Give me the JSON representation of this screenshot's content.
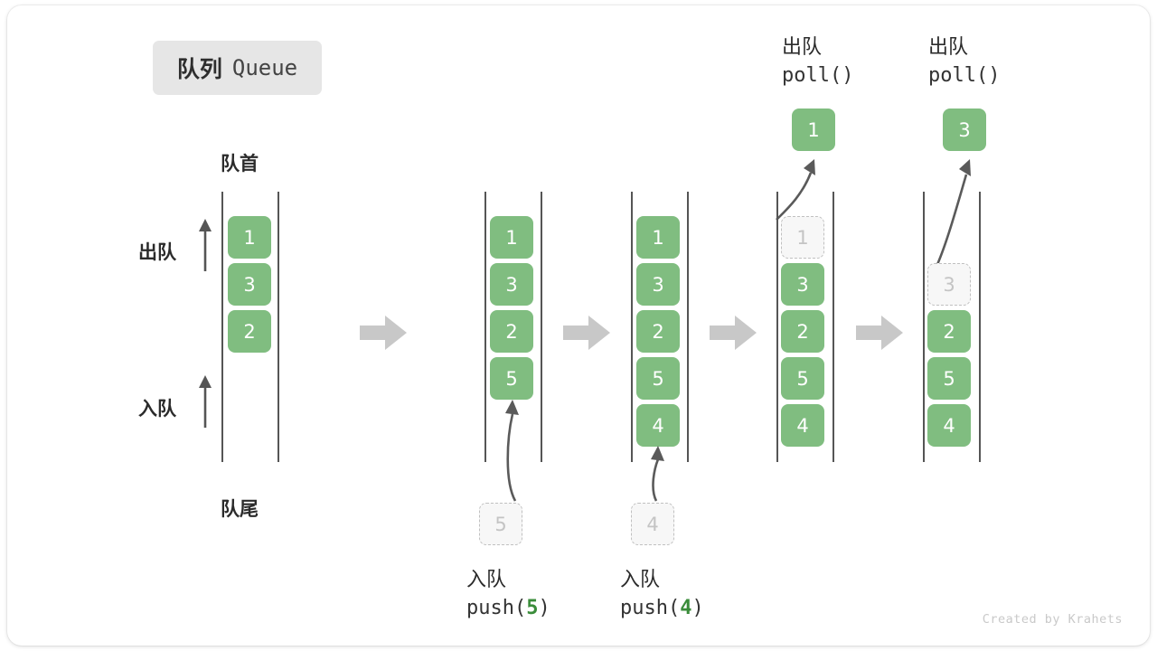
{
  "title": {
    "cn": "队列",
    "en": "Queue"
  },
  "credit": "Created by Krahets",
  "annotations": {
    "front": "队首",
    "rear": "队尾",
    "dequeue_side": "出队",
    "enqueue_side": "入队"
  },
  "colors": {
    "element_fill": "#80bd80",
    "element_text": "#ffffff",
    "ghost_fill": "#f7f7f7",
    "ghost_border": "#c0c0c0",
    "ghost_text": "#c4c4c4",
    "rail": "#555555",
    "step_arrow": "#c8c8c8",
    "accent_value": "#3a8c3a",
    "chip_bg": "#e6e6e6",
    "text": "#2b2b2b"
  },
  "steps": [
    {
      "id": "initial",
      "elements": [
        "1",
        "3",
        "2"
      ],
      "ghost": null,
      "incoming": null,
      "caption": null,
      "op_head": null,
      "emitted": null
    },
    {
      "id": "push-5",
      "elements": [
        "1",
        "3",
        "2",
        "5"
      ],
      "ghost": null,
      "incoming": "5",
      "caption": {
        "line1": "入队",
        "fn": "push(",
        "value": "5",
        "close": ")"
      },
      "op_head": null,
      "emitted": null
    },
    {
      "id": "push-4",
      "elements": [
        "1",
        "3",
        "2",
        "5",
        "4"
      ],
      "ghost": null,
      "incoming": "4",
      "caption": {
        "line1": "入队",
        "fn": "push(",
        "value": "4",
        "close": ")"
      },
      "op_head": null,
      "emitted": null
    },
    {
      "id": "poll-1",
      "elements": [
        "3",
        "2",
        "5",
        "4"
      ],
      "ghost": "1",
      "incoming": null,
      "caption": null,
      "op_head": {
        "line1": "出队",
        "line2": "poll()"
      },
      "emitted": "1"
    },
    {
      "id": "poll-3",
      "elements": [
        "2",
        "5",
        "4"
      ],
      "ghost": "3",
      "incoming": null,
      "caption": null,
      "op_head": {
        "line1": "出队",
        "line2": "poll()"
      },
      "emitted": "3"
    }
  ]
}
